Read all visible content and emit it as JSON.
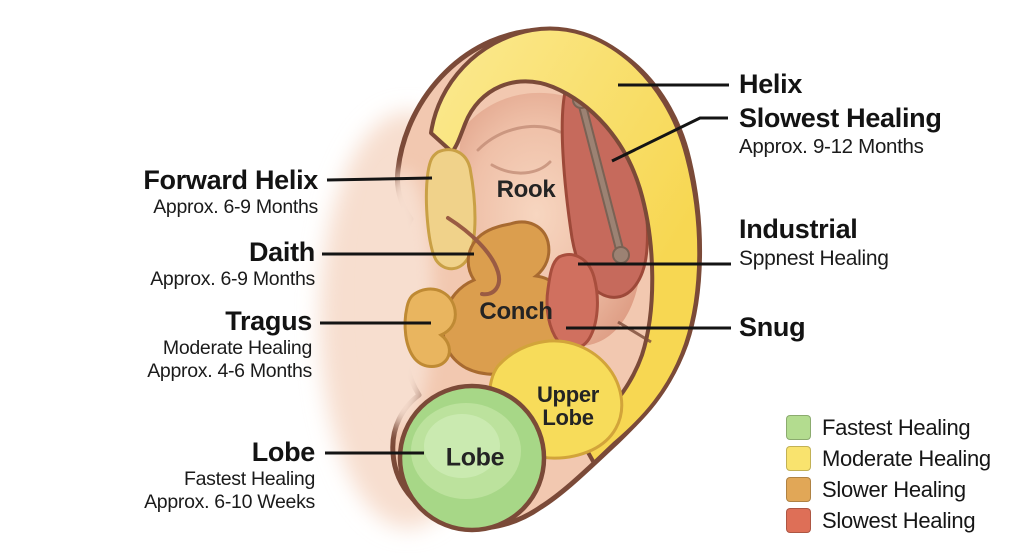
{
  "diagram": {
    "left_labels": [
      {
        "title": "Forward Helix",
        "line1": "Approx. 6-9 Months"
      },
      {
        "title": "Daith",
        "line1": "Approx. 6-9 Months"
      },
      {
        "title": "Tragus",
        "line1": "Moderate Healing",
        "line2": "Approx. 4-6 Months"
      },
      {
        "title": "Lobe",
        "line1": "Fastest Healing",
        "line2": "Approx. 6-10 Weeks"
      }
    ],
    "right_labels": [
      {
        "title": "Helix"
      },
      {
        "title": "Slowest Healing",
        "line1": "Approx. 9-12 Months"
      },
      {
        "title": "Industrial",
        "line1": "Sppnest Healing"
      },
      {
        "title": "Snug"
      }
    ],
    "ear_labels": {
      "rook": "Rook",
      "conch": "Conch",
      "upper_lobe": "Upper Lobe",
      "lobe": "Lobe"
    }
  },
  "legend": {
    "items": [
      {
        "label": "Fastest Healing",
        "color": "#B3DC8F"
      },
      {
        "label": "Moderate Healing",
        "color": "#F9E36E"
      },
      {
        "label": "Slower Healing",
        "color": "#E1A757"
      },
      {
        "label": "Slowest Healing",
        "color": "#DE6F57"
      }
    ]
  },
  "palette": {
    "rim-yellow": "#F7D752",
    "rim-yellow-light": "#FBEA92",
    "outline-brown": "#7B4A38",
    "skin-base": "#F2C8B0",
    "skin-face": "#F7DECF",
    "inner-dark": "#DD9B82",
    "inner-mid": "#EFC0A8",
    "inner-light": "#F7D6C0",
    "scapha-red": "#C66A5C",
    "scapha-border": "#9D4939",
    "barbell": "#9C8273",
    "barbell-dark": "#7A6254",
    "conch-orange": "#DB9E4E",
    "conch-border": "#A86A30",
    "fh-patch": "#F0D28A",
    "fh-border": "#C9A045",
    "tragus-fill": "#E9B55F",
    "tragus-border": "#BF8A34",
    "snug-fill": "#D0705F",
    "snug-border": "#A84E3D",
    "upperlobe-fill": "#F7DC5A",
    "upperlobe-border": "#D2A43A",
    "lobe-green": "#A7D787",
    "lobe-green-mid": "#BCE29D",
    "lobe-green-light": "#CDEBB4",
    "leader": "#141414",
    "label": "#141414"
  }
}
